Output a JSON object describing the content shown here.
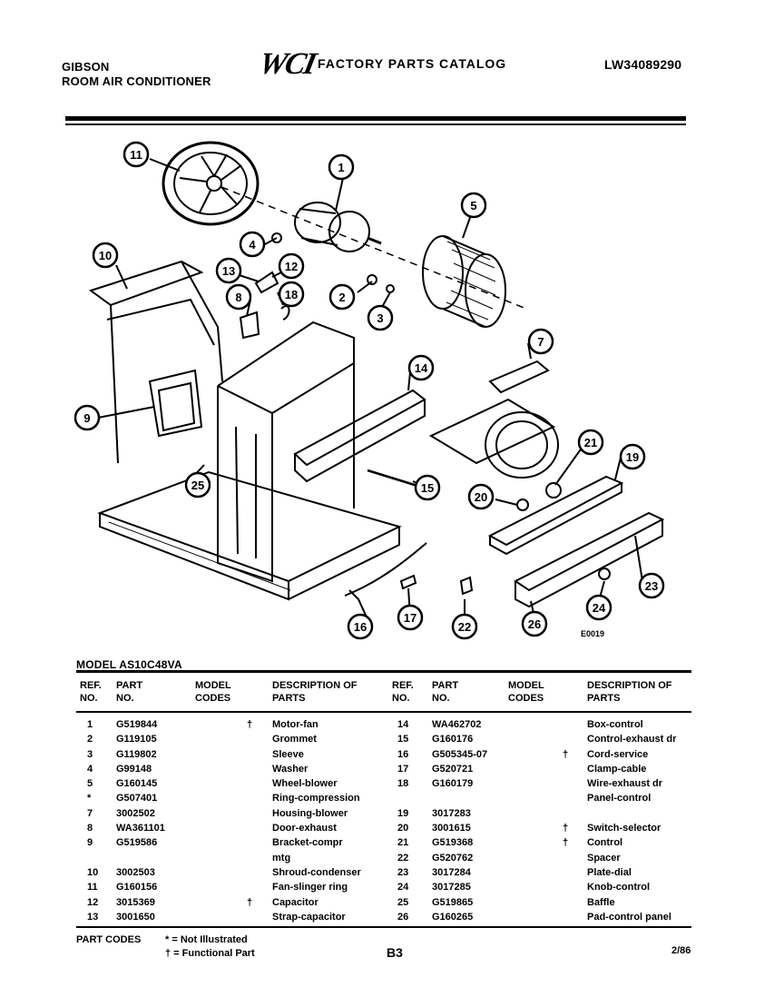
{
  "header": {
    "brand": "GIBSON",
    "product": "ROOM AIR CONDITIONER",
    "logo": "WCI",
    "catalog_title": "FACTORY PARTS CATALOG",
    "doc_number": "LW34089290"
  },
  "diagram": {
    "code": "E0019",
    "callouts": [
      "1",
      "2",
      "3",
      "4",
      "5",
      "7",
      "8",
      "9",
      "10",
      "11",
      "12",
      "13",
      "14",
      "15",
      "16",
      "17",
      "18",
      "19",
      "20",
      "21",
      "22",
      "23",
      "24",
      "25",
      "26"
    ]
  },
  "model_label": "MODEL AS10C48VA",
  "columns": {
    "ref_no": "REF. NO.",
    "part_no": "PART NO.",
    "model_codes": "MODEL CODES",
    "description": "DESCRIPTION OF PARTS"
  },
  "parts_left": [
    {
      "ref": "1",
      "part": "G519844",
      "code": "†",
      "desc": "Motor-fan"
    },
    {
      "ref": "2",
      "part": "G119105",
      "code": "",
      "desc": "Grommet"
    },
    {
      "ref": "3",
      "part": "G119802",
      "code": "",
      "desc": "Sleeve"
    },
    {
      "ref": "4",
      "part": "G99148",
      "code": "",
      "desc": "Washer"
    },
    {
      "ref": "5",
      "part": "G160145",
      "code": "",
      "desc": "Wheel-blower"
    },
    {
      "ref": "*",
      "part": "G507401",
      "code": "",
      "desc": "Ring-compression"
    },
    {
      "ref": "7",
      "part": "3002502",
      "code": "",
      "desc": "Housing-blower"
    },
    {
      "ref": "8",
      "part": "WA361101",
      "code": "",
      "desc": "Door-exhaust"
    },
    {
      "ref": "9",
      "part": "G519586",
      "code": "",
      "desc": "Bracket-compr"
    },
    {
      "ref": "",
      "part": "",
      "code": "",
      "desc": "mtg"
    },
    {
      "ref": "10",
      "part": "3002503",
      "code": "",
      "desc": "Shroud-condenser"
    },
    {
      "ref": "11",
      "part": "G160156",
      "code": "",
      "desc": "Fan-slinger ring"
    },
    {
      "ref": "12",
      "part": "3015369",
      "code": "†",
      "desc": "Capacitor"
    },
    {
      "ref": "13",
      "part": "3001650",
      "code": "",
      "desc": "Strap-capacitor"
    }
  ],
  "parts_right": [
    {
      "ref": "14",
      "part": "WA462702",
      "code": "",
      "desc": "Box-control"
    },
    {
      "ref": "15",
      "part": "G160176",
      "code": "",
      "desc": "Control-exhaust dr"
    },
    {
      "ref": "16",
      "part": "G505345-07",
      "code": "†",
      "desc": "Cord-service"
    },
    {
      "ref": "17",
      "part": "G520721",
      "code": "",
      "desc": "Clamp-cable"
    },
    {
      "ref": "18",
      "part": "G160179",
      "code": "",
      "desc": "Wire-exhaust dr"
    },
    {
      "ref": "",
      "part": "",
      "code": "",
      "desc": "Panel-control"
    },
    {
      "ref": "19",
      "part": "3017283",
      "code": "",
      "desc": ""
    },
    {
      "ref": "20",
      "part": "3001615",
      "code": "†",
      "desc": "Switch-selector"
    },
    {
      "ref": "21",
      "part": "G519368",
      "code": "†",
      "desc": "Control"
    },
    {
      "ref": "22",
      "part": "G520762",
      "code": "",
      "desc": "Spacer"
    },
    {
      "ref": "23",
      "part": "3017284",
      "code": "",
      "desc": "Plate-dial"
    },
    {
      "ref": "24",
      "part": "3017285",
      "code": "",
      "desc": "Knob-control"
    },
    {
      "ref": "25",
      "part": "G519865",
      "code": "",
      "desc": "Baffle"
    },
    {
      "ref": "26",
      "part": "G160265",
      "code": "",
      "desc": "Pad-control panel"
    }
  ],
  "footer": {
    "part_codes_label": "PART CODES",
    "code_1": "* = Not Illustrated",
    "code_2": "† = Functional Part",
    "page": "B3",
    "date": "2/86"
  }
}
